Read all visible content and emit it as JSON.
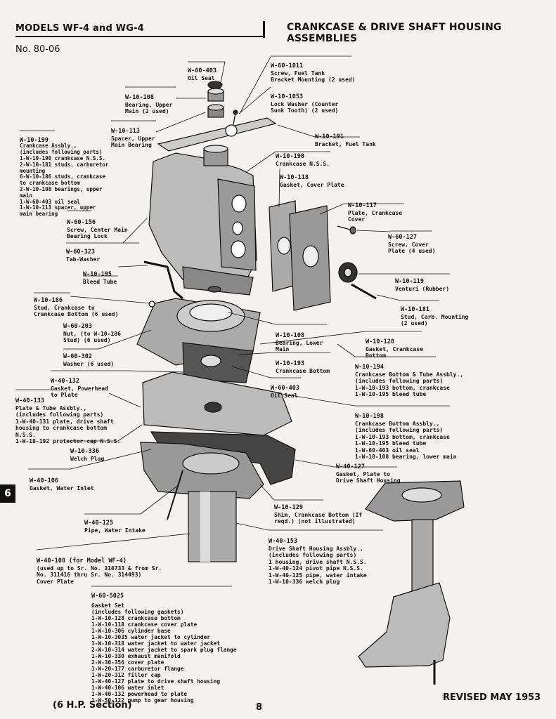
{
  "header": {
    "models": "MODELS WF-4 and WG-4",
    "title": "CRANKCASE & DRIVE SHAFT HOUSING ASSEMBLIES",
    "number": "No. 80-06"
  },
  "side_tab": "6",
  "parts": [
    {
      "pn": "W-60-403",
      "lines": [
        "Oil Seal"
      ]
    },
    {
      "pn": "W-60-1011",
      "lines": [
        "Screw, Fuel Tank",
        "Bracket Mounting (2 used)"
      ]
    },
    {
      "pn": "W-10-1053",
      "lines": [
        "Lock Washer (Counter",
        "Sunk Tooth) (2 used)"
      ]
    },
    {
      "pn": "W-10-108",
      "lines": [
        "Bearing, Upper",
        "Main (2 used)"
      ]
    },
    {
      "pn": "W-10-113",
      "lines": [
        "Spacer, Upper",
        "Main Bearing"
      ]
    },
    {
      "pn": "W-10-191",
      "lines": [
        "Bracket, Fuel Tank"
      ]
    },
    {
      "pn": "W-10-199",
      "lines": [
        "Crankcase Assbly.,",
        "(includes following parts)",
        "1-W-10-190 crankcase N.S.S.",
        "2-W-10-181 studs, carburetor",
        "mounting",
        "6-W-10-186 studs, crankcase",
        "to crankcase bottom",
        "2-W-10-108 bearings, upper",
        "main",
        "1-W-60-403 oil seal",
        "1-W-10-113 spacer, upper",
        "main bearing"
      ]
    },
    {
      "pn": "W-10-190",
      "lines": [
        "Crankcase N.S.S."
      ]
    },
    {
      "pn": "W-10-118",
      "lines": [
        "Gasket, Cover Plate"
      ]
    },
    {
      "pn": "W-10-117",
      "lines": [
        "Plate, Crankcase",
        "Cover"
      ]
    },
    {
      "pn": "W-60-156",
      "lines": [
        "Screw, Center Main",
        "Bearing Lock"
      ]
    },
    {
      "pn": "W-60-127",
      "lines": [
        "Screw, Cover",
        "Plate (4 used)"
      ]
    },
    {
      "pn": "W-60-323",
      "lines": [
        "Tab-Washer"
      ]
    },
    {
      "pn": "W-10-195",
      "lines": [
        "Bleed Tube"
      ]
    },
    {
      "pn": "W-10-119",
      "lines": [
        "Venturi (Rubber)"
      ]
    },
    {
      "pn": "W-10-186",
      "lines": [
        "Stud, Crankcase to",
        "Crankcase Bottom (6 used)"
      ]
    },
    {
      "pn": "W-10-181",
      "lines": [
        "Stud, Carb. Mounting",
        "(2 used)"
      ]
    },
    {
      "pn": "W-60-203",
      "lines": [
        "Nut, (to W-10-186",
        "Stud) (6 used)"
      ]
    },
    {
      "pn": "W-10-108",
      "lines": [
        "Bearing, Lower",
        "Main"
      ]
    },
    {
      "pn": "W-10-128",
      "lines": [
        "Gasket, Crankcase",
        "Bottom"
      ]
    },
    {
      "pn": "W-60-302",
      "lines": [
        "Washer (6 used)"
      ]
    },
    {
      "pn": "W-10-193",
      "lines": [
        "Crankcase Bottom"
      ]
    },
    {
      "pn": "W-10-194",
      "lines": [
        "Crankcase Bottom & Tube Assbly.,",
        "(includes following parts)",
        "1-W-10-193 bottom, crankcase",
        "1-W-10-195 bleed tube"
      ]
    },
    {
      "pn": "W-40-132",
      "lines": [
        "Gasket, Powerhead",
        "to Plate"
      ]
    },
    {
      "pn": "W-60-403",
      "lines": [
        "Oil Seal"
      ]
    },
    {
      "pn": "W-40-133",
      "lines": [
        "Plate & Tube Assbly.,",
        "(includes following parts)",
        "1-W-40-131 plate, drive shaft",
        "housing to crankcase bottom",
        "N.S.S.",
        "1-W-10-192 protector cap N.S.S."
      ]
    },
    {
      "pn": "W-10-198",
      "lines": [
        "Crankcase Bottom Assbly.,",
        "(includes following parts)",
        "1-W-10-193 bottom, crankcase",
        "1-W-10-195 bleed tube",
        "1-W-60-403 oil seal",
        "1-W-10-108 bearing, lower main"
      ]
    },
    {
      "pn": "W-10-336",
      "lines": [
        "Welch Plug"
      ]
    },
    {
      "pn": "W-40-127",
      "lines": [
        "Gasket, Plate to",
        "Drive Shaft Housing"
      ]
    },
    {
      "pn": "W-40-106",
      "lines": [
        "Gasket, Water Inlet"
      ]
    },
    {
      "pn": "W-10-129",
      "lines": [
        "Shim, Crankcase Bottom (If",
        "reqd.) (not illustrated)"
      ]
    },
    {
      "pn": "W-40-125",
      "lines": [
        "Pipe, Water Intake"
      ]
    },
    {
      "pn": "W-40-153",
      "lines": [
        "Drive Shaft Housing Assbly.,",
        "(includes following parts)",
        "1 housing, drive shaft N.S.S.",
        "1-W-40-124 pivot pipe N.S.S.",
        "1-W-40-125 pipe, water intake",
        "1-W-10-336 welch plug"
      ]
    },
    {
      "pn": "W-40-108 (for Model WF-4)",
      "lines": [
        "(used up to Sr. No. 310733 & from Sr.",
        "No. 311416 thru Sr. No. 314493)",
        "Cover Plate"
      ]
    },
    {
      "pn": "W-60-5025",
      "lines": [
        "Gasket Set",
        "(includes following gaskets)",
        "1-W-10-128 crankcase bottom",
        "1-W-10-118 crankcase cover plate",
        "1-W-10-306 cylinder base",
        "1-W-10-3035 water jacket to cylinder",
        "1-W-10-318 water jacket to water jacket",
        "2-W-10-314 water jacket to spark plug flange",
        "1-W-10-330 exhaust manifold",
        "2-W-30-356 cover plate",
        "1-W-20-177 carburetor flange",
        "1-W-20-312 filler cap",
        "1-W-40-127 plate to drive shaft housing",
        "1-W-40-106 water inlet",
        "1-W-40-132 powerhead to plate",
        "1-W-50-122 pump to gear housing"
      ]
    }
  ],
  "footer": {
    "section": "(6 H.P. Section)",
    "page": "8",
    "revised": "REVISED MAY 1953"
  }
}
